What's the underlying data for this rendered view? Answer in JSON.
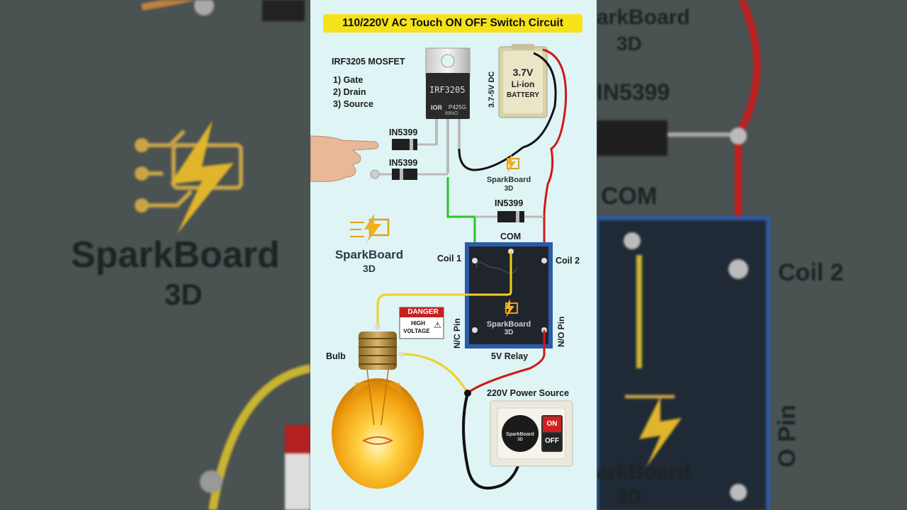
{
  "title": "110/220V AC Touch ON OFF Switch Circuit",
  "mosfet": {
    "heading": "IRF3205 MOSFET",
    "pins": [
      "1) Gate",
      "2) Drain",
      "3) Source"
    ],
    "body_text": "IRF3205",
    "logo_text": "IOR",
    "code_text": "P425G",
    "sub_code": "89NO"
  },
  "battery": {
    "side_label": "3.7-5V DC",
    "line1": "3.7V",
    "line2": "Li-ion",
    "line3": "BATTERY"
  },
  "diodes": {
    "d1": "IN5399",
    "d2": "IN5399",
    "d3": "IN5399"
  },
  "brand": {
    "name": "SparkBoard",
    "sub": "3D"
  },
  "relay": {
    "com": "COM",
    "coil1": "Coil 1",
    "coil2": "Coil 2",
    "nc": "N/C Pin",
    "no": "N/O Pin",
    "name": "5V Relay"
  },
  "danger": {
    "heading": "DANGER",
    "line1": "HIGH",
    "line2": "VOLTAGE"
  },
  "bulb_label": "Bulb",
  "power_source": {
    "label": "220V Power Source",
    "on": "ON",
    "off": "OFF"
  },
  "background": {
    "left_brand": "SparkBoard",
    "left_sub": "3D",
    "right_brand": "arkBoard",
    "right_sub": "3D",
    "right_diode": "IN5399",
    "right_com": "COM",
    "right_coil": "Coil 2",
    "right_pin": "O Pin"
  },
  "colors": {
    "panel_bg": "#dff4f4",
    "banner": "#f5e21b",
    "wire_red": "#d01818",
    "wire_black": "#111111",
    "wire_green": "#2bc42b",
    "wire_yellow": "#f0d020",
    "relay_blue": "#2b5aa6"
  }
}
